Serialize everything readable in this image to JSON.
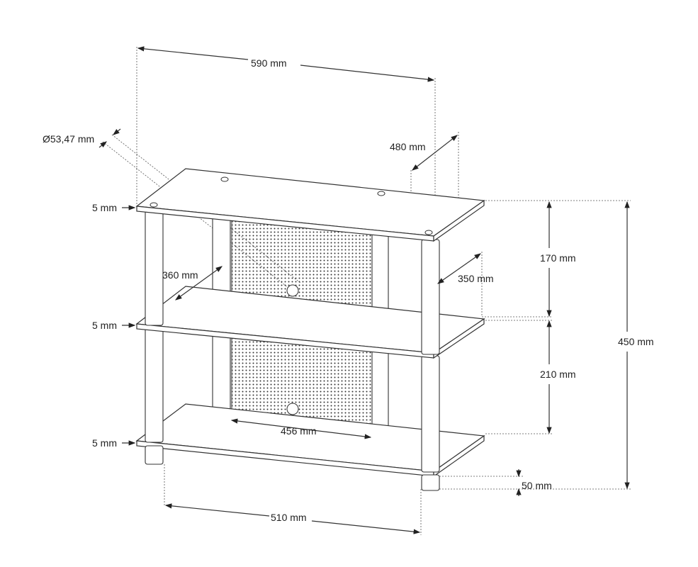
{
  "title": "Three-tier shelf rack dimension drawing",
  "dimensions": {
    "overall_width": "590 mm",
    "overall_depth": "480 mm",
    "leg_diameter": "Ø53,47 mm",
    "shelf_thickness_top": "5 mm",
    "shelf_thickness_middle": "5 mm",
    "shelf_thickness_bottom": "5 mm",
    "upper_clearance": "170 mm",
    "lower_clearance": "210 mm",
    "total_height": "450 mm",
    "upper_inner_depth": "350 mm",
    "leg_spacing_depth": "360 mm",
    "panel_width": "456 mm",
    "leg_spacing_width": "510 mm",
    "foot_height": "50 mm"
  }
}
